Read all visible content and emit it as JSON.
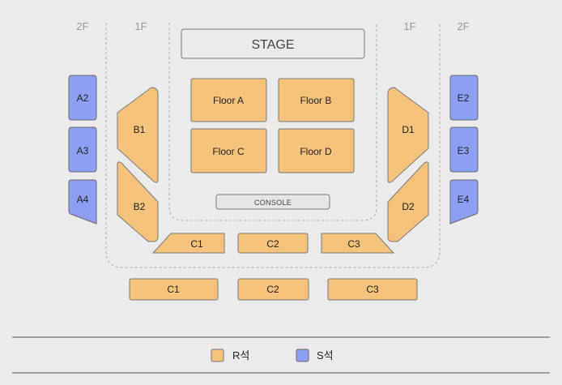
{
  "levels": {
    "left_2f": "2F",
    "left_1f": "1F",
    "right_1f": "1F",
    "right_2f": "2F"
  },
  "stage": "STAGE",
  "console": "CONSOLE",
  "colors": {
    "r_seat": "#f5c27c",
    "s_seat": "#8d9ff3",
    "background": "#ebebeb"
  },
  "floor_sections": {
    "floor_a": "Floor A",
    "floor_b": "Floor B",
    "floor_c": "Floor C",
    "floor_d": "Floor D"
  },
  "first_floor_sections": {
    "b1": "B1",
    "b2": "B2",
    "d1": "D1",
    "d2": "D2",
    "c1": "C1",
    "c2": "C2",
    "c3": "C3"
  },
  "second_floor_sections": {
    "a2": "A2",
    "a3": "A3",
    "a4": "A4",
    "e2": "E2",
    "e3": "E3",
    "e4": "E4",
    "c1": "C1",
    "c2": "C2",
    "c3": "C3"
  },
  "legend": {
    "r_label": "R석",
    "s_label": "S석"
  }
}
